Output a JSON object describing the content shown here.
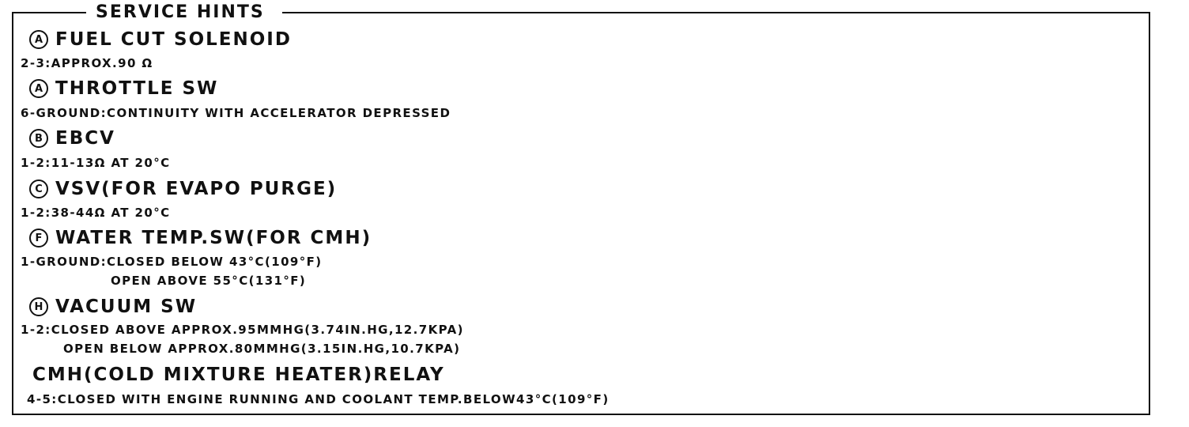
{
  "title": "SERVICE HINTS",
  "sections": [
    {
      "badge": "A",
      "heading": "FUEL CUT SOLENOID",
      "lines": [
        "2-3:APPROX.90 Ω"
      ]
    },
    {
      "badge": "A",
      "heading": "THROTTLE SW",
      "lines": [
        "6-GROUND:CONTINUITY WITH ACCELERATOR DEPRESSED"
      ]
    },
    {
      "badge": "B",
      "heading": "EBCV",
      "lines": [
        "1-2:11-13Ω AT 20°C"
      ]
    },
    {
      "badge": "C",
      "heading": "VSV(FOR EVAPO PURGE)",
      "lines": [
        "1-2:38-44Ω AT 20°C"
      ]
    },
    {
      "badge": "F",
      "heading": "WATER TEMP.SW(FOR CMH)",
      "lines": [
        "1-GROUND:CLOSED BELOW 43°C(109°F)",
        "OPEN ABOVE 55°C(131°F)"
      ]
    },
    {
      "badge": "H",
      "heading": "VACUUM SW",
      "lines": [
        "1-2:CLOSED ABOVE APPROX.95MMHG(3.74IN.HG,12.7KPA)",
        "OPEN BELOW APPROX.80MMHG(3.15IN.HG,10.7KPA)"
      ]
    },
    {
      "badge": "",
      "heading": "CMH(COLD MIXTURE HEATER)RELAY",
      "lines": [
        "4-5:CLOSED WITH ENGINE RUNNING AND COOLANT TEMP.BELOW43°C(109°F)"
      ]
    }
  ]
}
